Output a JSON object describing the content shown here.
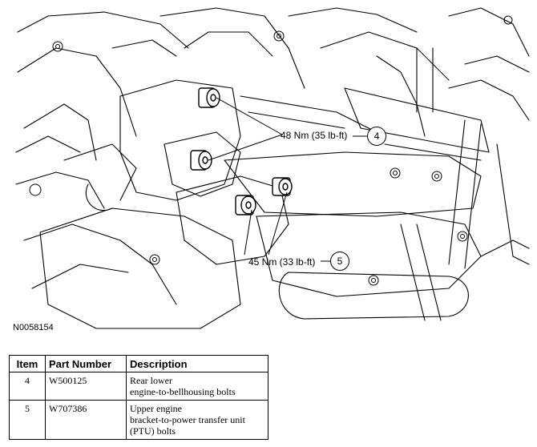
{
  "figure": {
    "id": "N0058154",
    "callouts": [
      {
        "number": "4",
        "torque": "48 Nm (35 lb-ft)"
      },
      {
        "number": "5",
        "torque": "45 Nm (33 lb-ft)"
      }
    ]
  },
  "table": {
    "headers": {
      "item": "Item",
      "part_number": "Part Number",
      "description": "Description"
    },
    "rows": [
      {
        "item": "4",
        "part_number": "W500125",
        "description_lines": [
          "Rear lower",
          "engine-to-bellhousing bolts"
        ]
      },
      {
        "item": "5",
        "part_number": "W707386",
        "description_lines": [
          "Upper engine",
          "bracket-to-power transfer unit",
          "(PTU) bolts"
        ]
      }
    ]
  }
}
